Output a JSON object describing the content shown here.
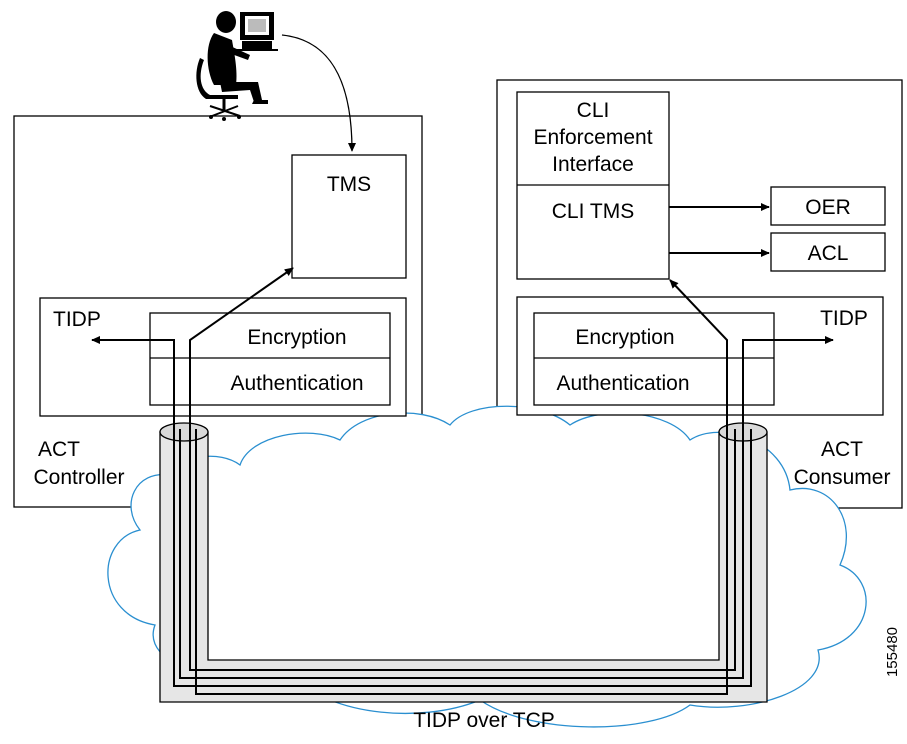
{
  "controller": {
    "name_line1": "ACT",
    "name_line2": "Controller",
    "tms": "TMS",
    "tidp": "TIDP",
    "encryption": "Encryption",
    "authentication": "Authentication"
  },
  "consumer": {
    "name_line1": "ACT",
    "name_line2": "Consumer",
    "cli_line1": "CLI",
    "cli_line2": "Enforcement",
    "cli_line3": "Interface",
    "cli_tms": "CLI TMS",
    "oer": "OER",
    "acl": "ACL",
    "tidp": "TIDP",
    "encryption": "Encryption",
    "authentication": "Authentication"
  },
  "network": {
    "label": "TIDP over TCP"
  },
  "figure_id": "155480",
  "icons": {
    "operator": "operator-at-computer-icon"
  }
}
